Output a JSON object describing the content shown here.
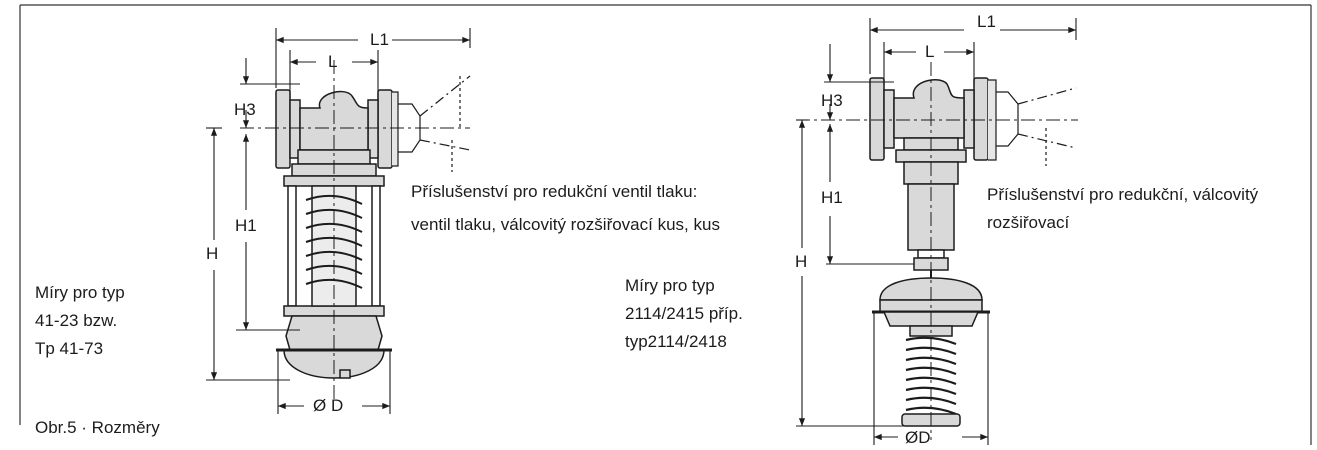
{
  "caption": "Obr.5 · Rozměry",
  "left_drawing": {
    "dims": {
      "L1": "L1",
      "L": "L",
      "H3": "H3",
      "H1": "H1",
      "H": "H",
      "D": "Ø D"
    },
    "measure_label": [
      "Míry pro typ",
      "41-23 bzw.",
      "Tp 41-73"
    ],
    "accessory_label": [
      "Příslušenství pro redukční ventil tlaku:",
      "ventil tlaku, válcovitý rozšiřovací kus, kus"
    ]
  },
  "right_drawing": {
    "dims": {
      "L1": "L1",
      "L": "L",
      "H3": "H3",
      "H1": "H1",
      "H": "H",
      "D": "ØD"
    },
    "measure_label": [
      "Míry pro typ",
      "2114/2415 příp.",
      "typ2114/2418"
    ],
    "accessory_label": [
      "Příslušenství pro redukční, válcovitý",
      "rozšiřovací"
    ]
  },
  "colors": {
    "body_fill": "#d9d9d9",
    "line": "#1c1c1c",
    "frame": "#333333"
  }
}
